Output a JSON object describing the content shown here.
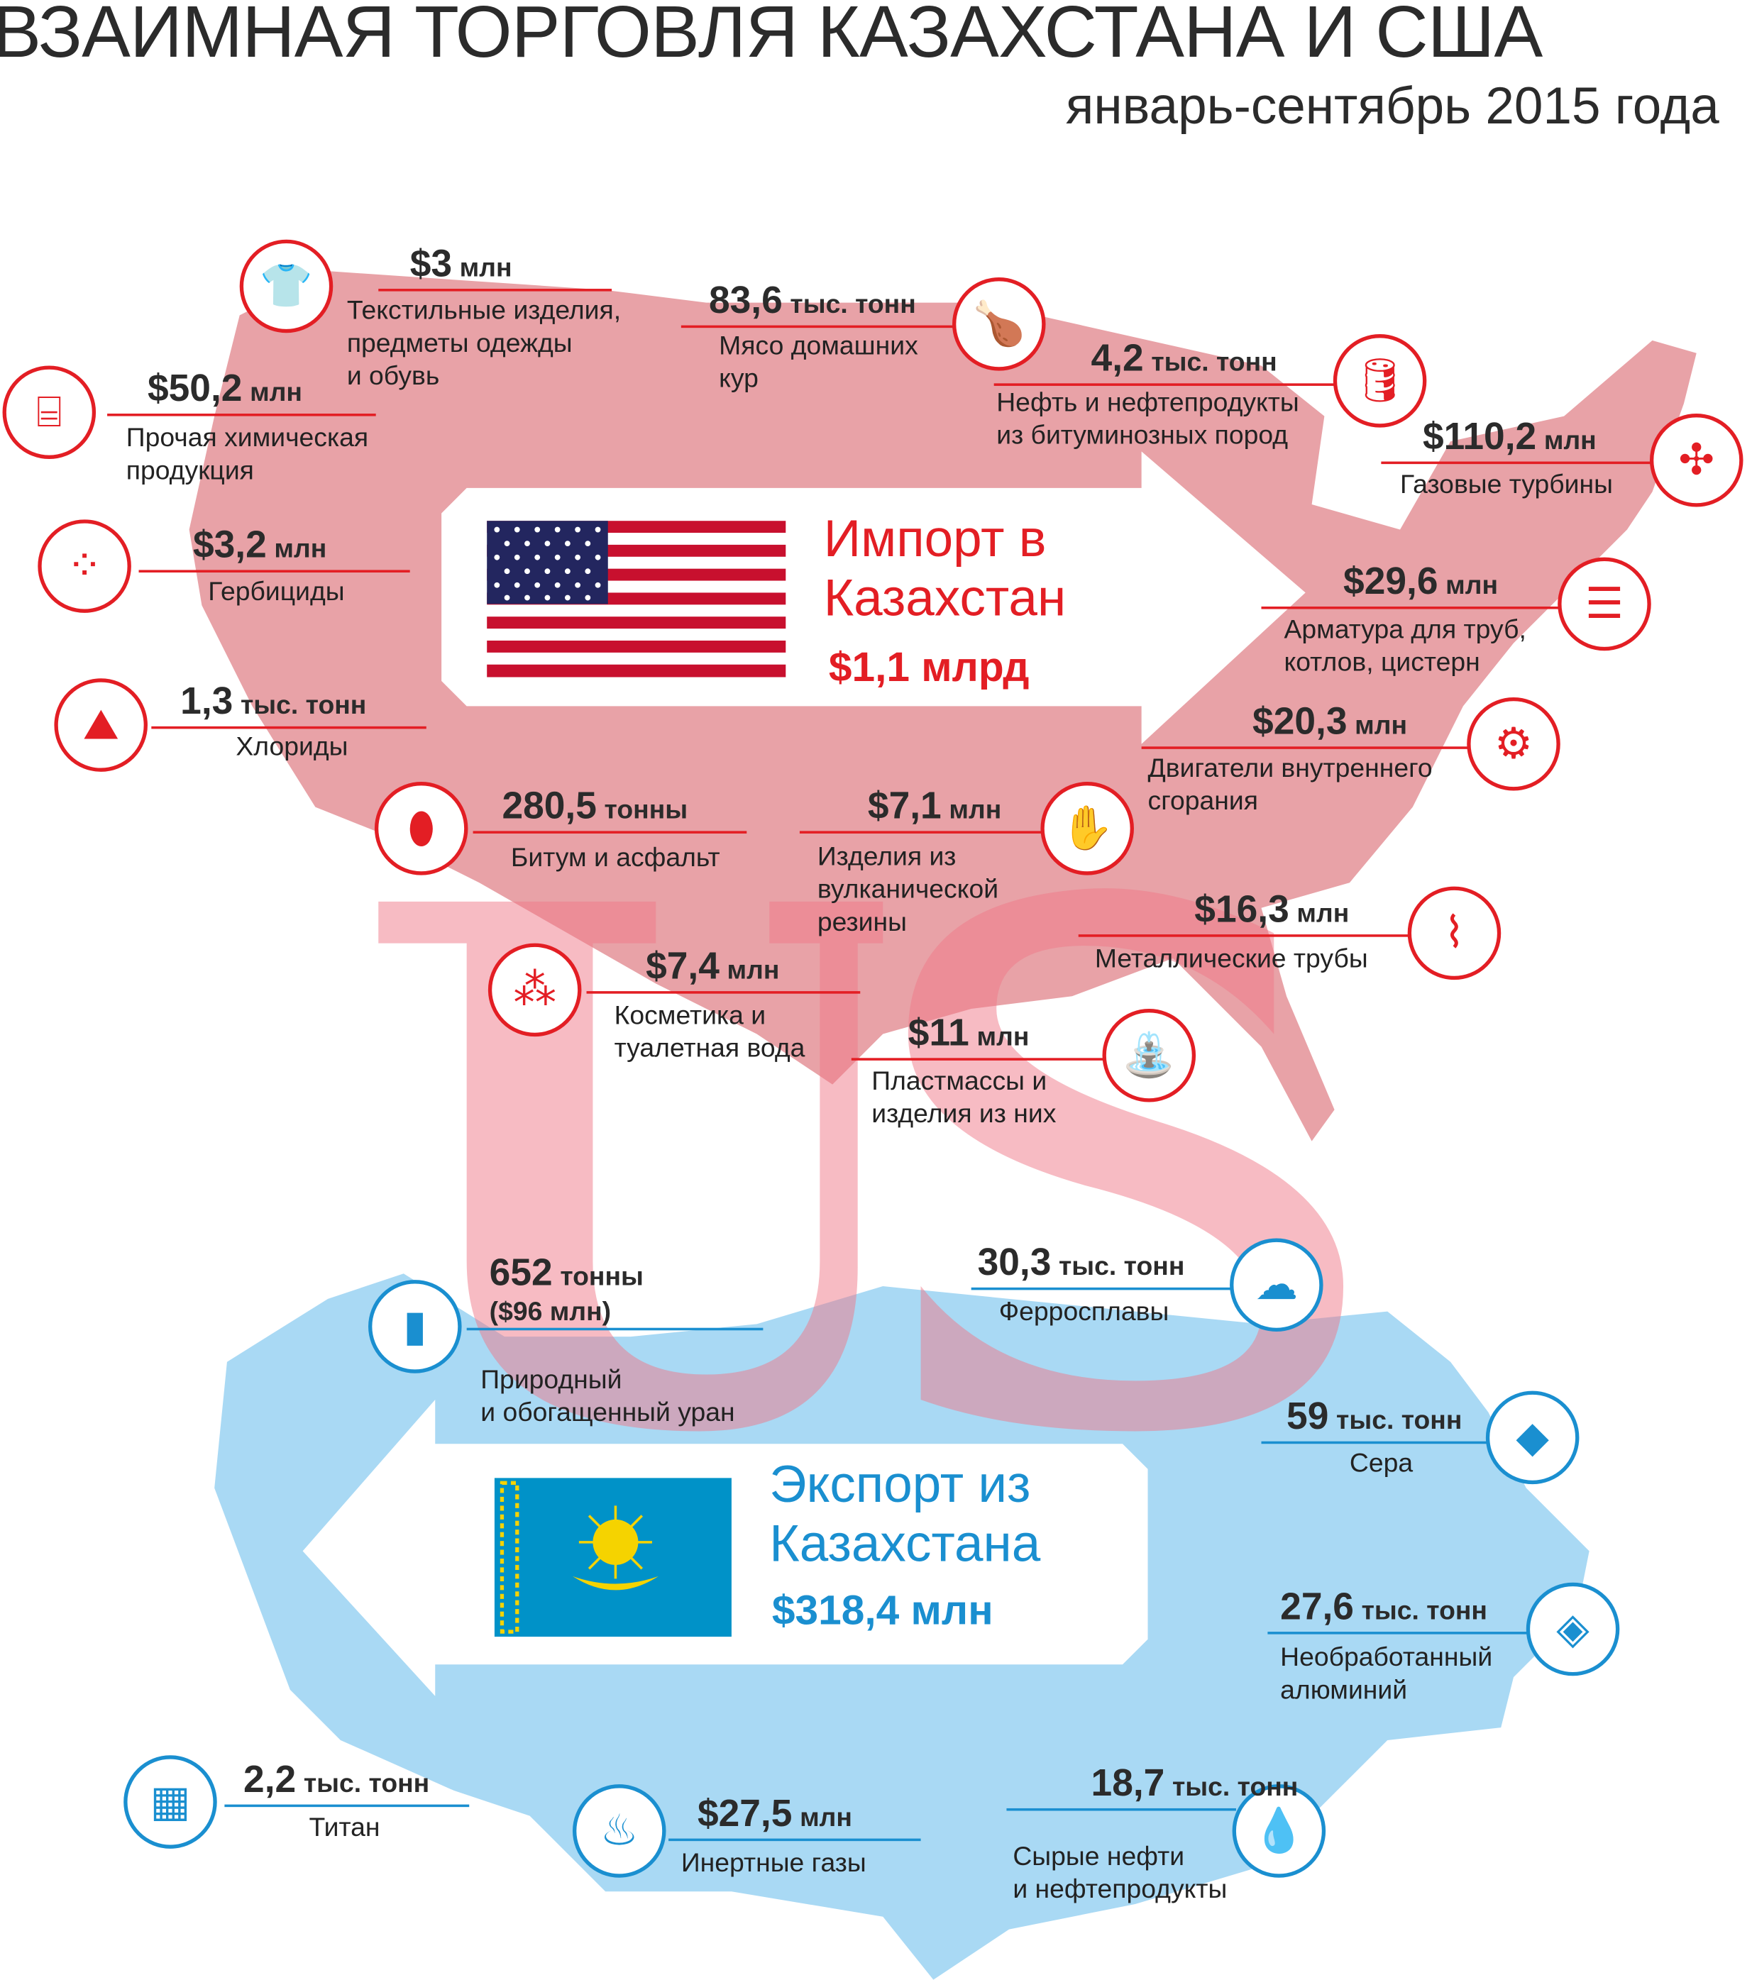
{
  "header": {
    "title": "ВЗАИМНАЯ ТОРГОВЛЯ КАЗАХСТАНА И США",
    "subtitle": "январь-сентябрь 2015 года"
  },
  "watermark": "US",
  "colors": {
    "import_red": "#e31e24",
    "us_map": "#e8a2a7",
    "kz_map": "#a9d9f4",
    "export_blue": "#1a8fd0"
  },
  "import": {
    "title": "Импорт в\nКазахстан",
    "total": "$1,1 млрд",
    "items": [
      {
        "value": "$3",
        "unit": "млн",
        "label": "Текстильные изделия,\nпредметы одежды\nи обувь",
        "icon": "tshirt-icon"
      },
      {
        "value": "83,6",
        "unit": "тыс. тонн",
        "label": "Мясо домашних\nкур",
        "icon": "chicken-icon"
      },
      {
        "value": "4,2",
        "unit": "тыс. тонн",
        "label": "Нефть и нефтепродукты\nиз битуминозных пород",
        "icon": "oil-barrel-icon"
      },
      {
        "value": "$50,2",
        "unit": "млн",
        "label": "Прочая химическая\nпродукция",
        "icon": "chemical-jar-icon"
      },
      {
        "value": "$110,2",
        "unit": "млн",
        "label": "Газовые турбины",
        "icon": "turbine-icon"
      },
      {
        "value": "$3,2",
        "unit": "млн",
        "label": "Гербициды",
        "icon": "granules-icon"
      },
      {
        "value": "$29,6",
        "unit": "млн",
        "label": "Арматура для труб,\nкотлов, цистерн",
        "icon": "fittings-icon"
      },
      {
        "value": "1,3",
        "unit": "тыс. тонн",
        "label": "Хлориды",
        "icon": "mountains-icon"
      },
      {
        "value": "$20,3",
        "unit": "млн",
        "label": "Двигатели внутреннего\nсгорания",
        "icon": "gears-icon"
      },
      {
        "value": "280,5",
        "unit": "тонны",
        "label": "Битум и асфальт",
        "icon": "bitumen-icon"
      },
      {
        "value": "$7,1",
        "unit": "млн",
        "label": "Изделия из\nвулканической\nрезины",
        "icon": "gloves-icon"
      },
      {
        "value": "$16,3",
        "unit": "млн",
        "label": "Металлические трубы",
        "icon": "pipes-icon"
      },
      {
        "value": "$7,4",
        "unit": "млн",
        "label": "Косметика и\nтуалетная вода",
        "icon": "cosmetics-icon"
      },
      {
        "value": "$11",
        "unit": "млн",
        "label": "Пластмассы и\nизделия из них",
        "icon": "watering-can-icon"
      }
    ]
  },
  "export": {
    "title": "Экспорт из\nКазахстана",
    "total": "$318,4 млн",
    "items": [
      {
        "value": "652",
        "unit": "тонны",
        "sub": "($96 млн)",
        "label": "Природный\nи обогащенный уран",
        "icon": "uranium-rods-icon"
      },
      {
        "value": "30,3",
        "unit": "тыс. тонн",
        "label": "Ферросплавы",
        "icon": "ferroalloy-icon"
      },
      {
        "value": "59",
        "unit": "тыс. тонн",
        "label": "Сера",
        "icon": "sulfur-icon"
      },
      {
        "value": "27,6",
        "unit": "тыс. тонн",
        "label": "Необработанный\nалюминий",
        "icon": "aluminium-icon"
      },
      {
        "value": "2,2",
        "unit": "тыс. тонн",
        "label": "Титан",
        "icon": "titanium-bars-icon"
      },
      {
        "value": "$27,5",
        "unit": "млн",
        "label": "Инертные газы",
        "icon": "gas-flame-icon"
      },
      {
        "value": "18,7",
        "unit": "тыс. тонн",
        "label": "Сырые нефти\nи нефтепродукты",
        "icon": "oil-drop-icon"
      }
    ]
  }
}
